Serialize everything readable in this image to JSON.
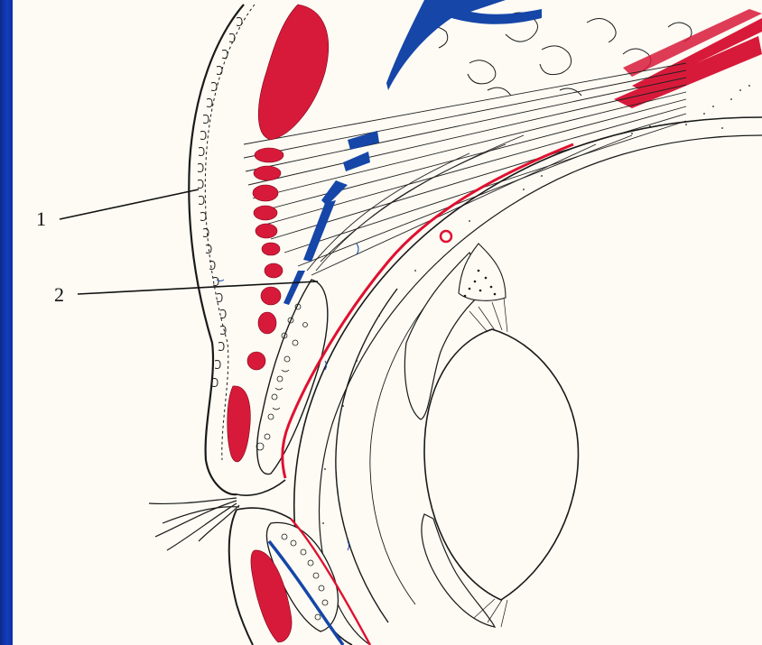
{
  "figure": {
    "labels": [
      {
        "id": "1",
        "text": "1"
      },
      {
        "id": "2",
        "text": "2"
      }
    ]
  },
  "colors": {
    "slide_background": "#0b2fa0",
    "paper": "#fdfbf4",
    "ink": "#1a1a1a",
    "muscle_red": "#d81a3a",
    "vessel_blue": "#1546a8",
    "septum_red": "#e01030"
  }
}
